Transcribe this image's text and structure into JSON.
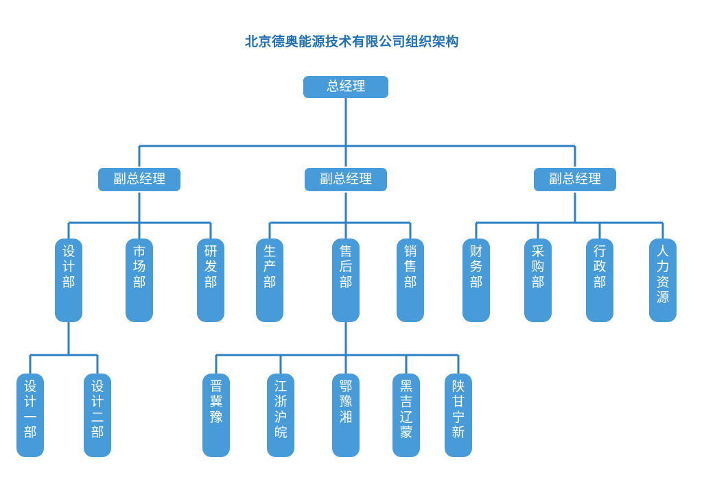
{
  "page": {
    "title": "北京德奥能源技术有限公司组织架构",
    "background": "#ffffff",
    "title_color": "#1F6FB5",
    "node_fill": "#479BD8",
    "node_text_color": "#FFFFFF",
    "connector_color": "#2E80C4"
  },
  "chart_data": {
    "type": "diagram",
    "subtype": "organization-chart",
    "title": "北京德奥能源技术有限公司组织架构",
    "orientation": "top-down",
    "levels": 4,
    "nodes": [
      {
        "id": "gm",
        "label": "总经理",
        "level": 1,
        "parent": null,
        "shape": "horizontal"
      },
      {
        "id": "vp1",
        "label": "副总经理",
        "level": 2,
        "parent": "gm",
        "shape": "horizontal"
      },
      {
        "id": "vp2",
        "label": "副总经理",
        "level": 2,
        "parent": "gm",
        "shape": "horizontal"
      },
      {
        "id": "vp3",
        "label": "副总经理",
        "level": 2,
        "parent": "gm",
        "shape": "horizontal"
      },
      {
        "id": "d1",
        "label": "设计部",
        "level": 3,
        "parent": "vp1",
        "shape": "vertical"
      },
      {
        "id": "d2",
        "label": "市场部",
        "level": 3,
        "parent": "vp1",
        "shape": "vertical"
      },
      {
        "id": "d3",
        "label": "研发部",
        "level": 3,
        "parent": "vp1",
        "shape": "vertical"
      },
      {
        "id": "d4",
        "label": "生产部",
        "level": 3,
        "parent": "vp2",
        "shape": "vertical"
      },
      {
        "id": "d5",
        "label": "售后部",
        "level": 3,
        "parent": "vp2",
        "shape": "vertical"
      },
      {
        "id": "d6",
        "label": "销售部",
        "level": 3,
        "parent": "vp2",
        "shape": "vertical"
      },
      {
        "id": "d7",
        "label": "财务部",
        "level": 3,
        "parent": "vp3",
        "shape": "vertical"
      },
      {
        "id": "d8",
        "label": "采购部",
        "level": 3,
        "parent": "vp3",
        "shape": "vertical"
      },
      {
        "id": "d9",
        "label": "行政部",
        "level": 3,
        "parent": "vp3",
        "shape": "vertical"
      },
      {
        "id": "d10",
        "label": "人力资源",
        "level": 3,
        "parent": "vp3",
        "shape": "vertical"
      },
      {
        "id": "s1",
        "label": "设计一部",
        "level": 4,
        "parent": "d1",
        "shape": "vertical"
      },
      {
        "id": "s2",
        "label": "设计二部",
        "level": 4,
        "parent": "d1",
        "shape": "vertical"
      },
      {
        "id": "r1",
        "label": "晋冀豫",
        "level": 4,
        "parent": "d5",
        "shape": "vertical"
      },
      {
        "id": "r2",
        "label": "江浙沪皖",
        "level": 4,
        "parent": "d5",
        "shape": "vertical"
      },
      {
        "id": "r3",
        "label": "鄂豫湘",
        "level": 4,
        "parent": "d5",
        "shape": "vertical"
      },
      {
        "id": "r4",
        "label": "黑吉辽蒙",
        "level": 4,
        "parent": "d5",
        "shape": "vertical"
      },
      {
        "id": "r5",
        "label": "陕甘宁新",
        "level": 4,
        "parent": "d5",
        "shape": "vertical"
      }
    ],
    "edges": [
      {
        "from": "gm",
        "to": "vp1"
      },
      {
        "from": "gm",
        "to": "vp2"
      },
      {
        "from": "gm",
        "to": "vp3"
      },
      {
        "from": "vp1",
        "to": "d1"
      },
      {
        "from": "vp1",
        "to": "d2"
      },
      {
        "from": "vp1",
        "to": "d3"
      },
      {
        "from": "vp2",
        "to": "d4"
      },
      {
        "from": "vp2",
        "to": "d5"
      },
      {
        "from": "vp2",
        "to": "d6"
      },
      {
        "from": "vp3",
        "to": "d7"
      },
      {
        "from": "vp3",
        "to": "d8"
      },
      {
        "from": "vp3",
        "to": "d9"
      },
      {
        "from": "vp3",
        "to": "d10"
      },
      {
        "from": "d1",
        "to": "s1"
      },
      {
        "from": "d1",
        "to": "s2"
      },
      {
        "from": "d5",
        "to": "r1"
      },
      {
        "from": "d5",
        "to": "r2"
      },
      {
        "from": "d5",
        "to": "r3"
      },
      {
        "from": "d5",
        "to": "r4"
      },
      {
        "from": "d5",
        "to": "r5"
      }
    ]
  },
  "labels": {
    "gm": "总经理",
    "vp1": "副总经理",
    "vp2": "副总经理",
    "vp3": "副总经理",
    "d1": "设计部",
    "d2": "市场部",
    "d3": "研发部",
    "d4": "生产部",
    "d5": "售后部",
    "d6": "销售部",
    "d7": "财务部",
    "d8": "采购部",
    "d9": "行政部",
    "d10": "人力资源",
    "s1": "设计一部",
    "s2": "设计二部",
    "r1": "晋冀豫",
    "r2": "江浙沪皖",
    "r3": "鄂豫湘",
    "r4": "黑吉辽蒙",
    "r5": "陕甘宁新"
  }
}
